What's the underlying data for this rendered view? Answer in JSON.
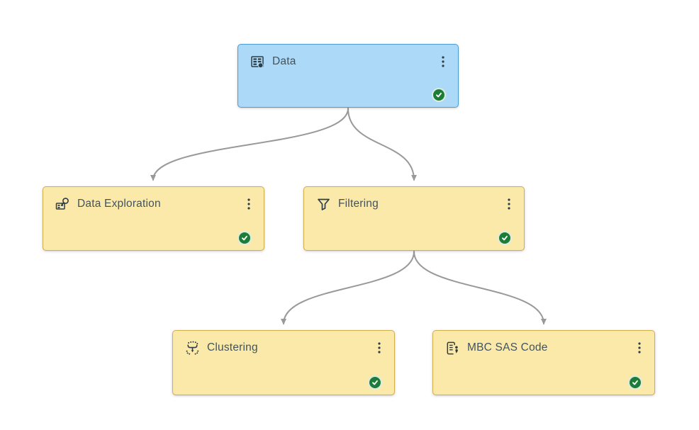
{
  "diagram": {
    "type": "pipeline-flowchart",
    "colors": {
      "background": "#ffffff",
      "node_selected_fill": "#abd9f7",
      "node_selected_border": "#4d9bd5",
      "node_fill": "#fbe9a9",
      "node_border": "#d0ae4e",
      "edge": "#999999",
      "text": "#42535e",
      "icon": "#2e3d48",
      "badge_success": "#1d7d38"
    },
    "nodes": [
      {
        "id": "data",
        "label": "Data",
        "icon": "data-table-icon",
        "variant": "blue",
        "status": "success",
        "menu_icon": "kebab-menu-icon"
      },
      {
        "id": "data-exploration",
        "label": "Data Exploration",
        "icon": "explore-chart-icon",
        "variant": "yellow",
        "status": "success",
        "menu_icon": "kebab-menu-icon"
      },
      {
        "id": "filtering",
        "label": "Filtering",
        "icon": "funnel-icon",
        "variant": "yellow",
        "status": "success",
        "menu_icon": "kebab-menu-icon"
      },
      {
        "id": "clustering",
        "label": "Clustering",
        "icon": "cluster-icon",
        "variant": "yellow",
        "status": "success",
        "menu_icon": "kebab-menu-icon"
      },
      {
        "id": "mbc-sas-code",
        "label": "MBC SAS Code",
        "icon": "code-document-icon",
        "variant": "yellow",
        "status": "success",
        "menu_icon": "kebab-menu-icon"
      }
    ],
    "edges": [
      {
        "from": "data",
        "to": "data-exploration"
      },
      {
        "from": "data",
        "to": "filtering"
      },
      {
        "from": "filtering",
        "to": "clustering"
      },
      {
        "from": "filtering",
        "to": "mbc-sas-code"
      }
    ]
  }
}
